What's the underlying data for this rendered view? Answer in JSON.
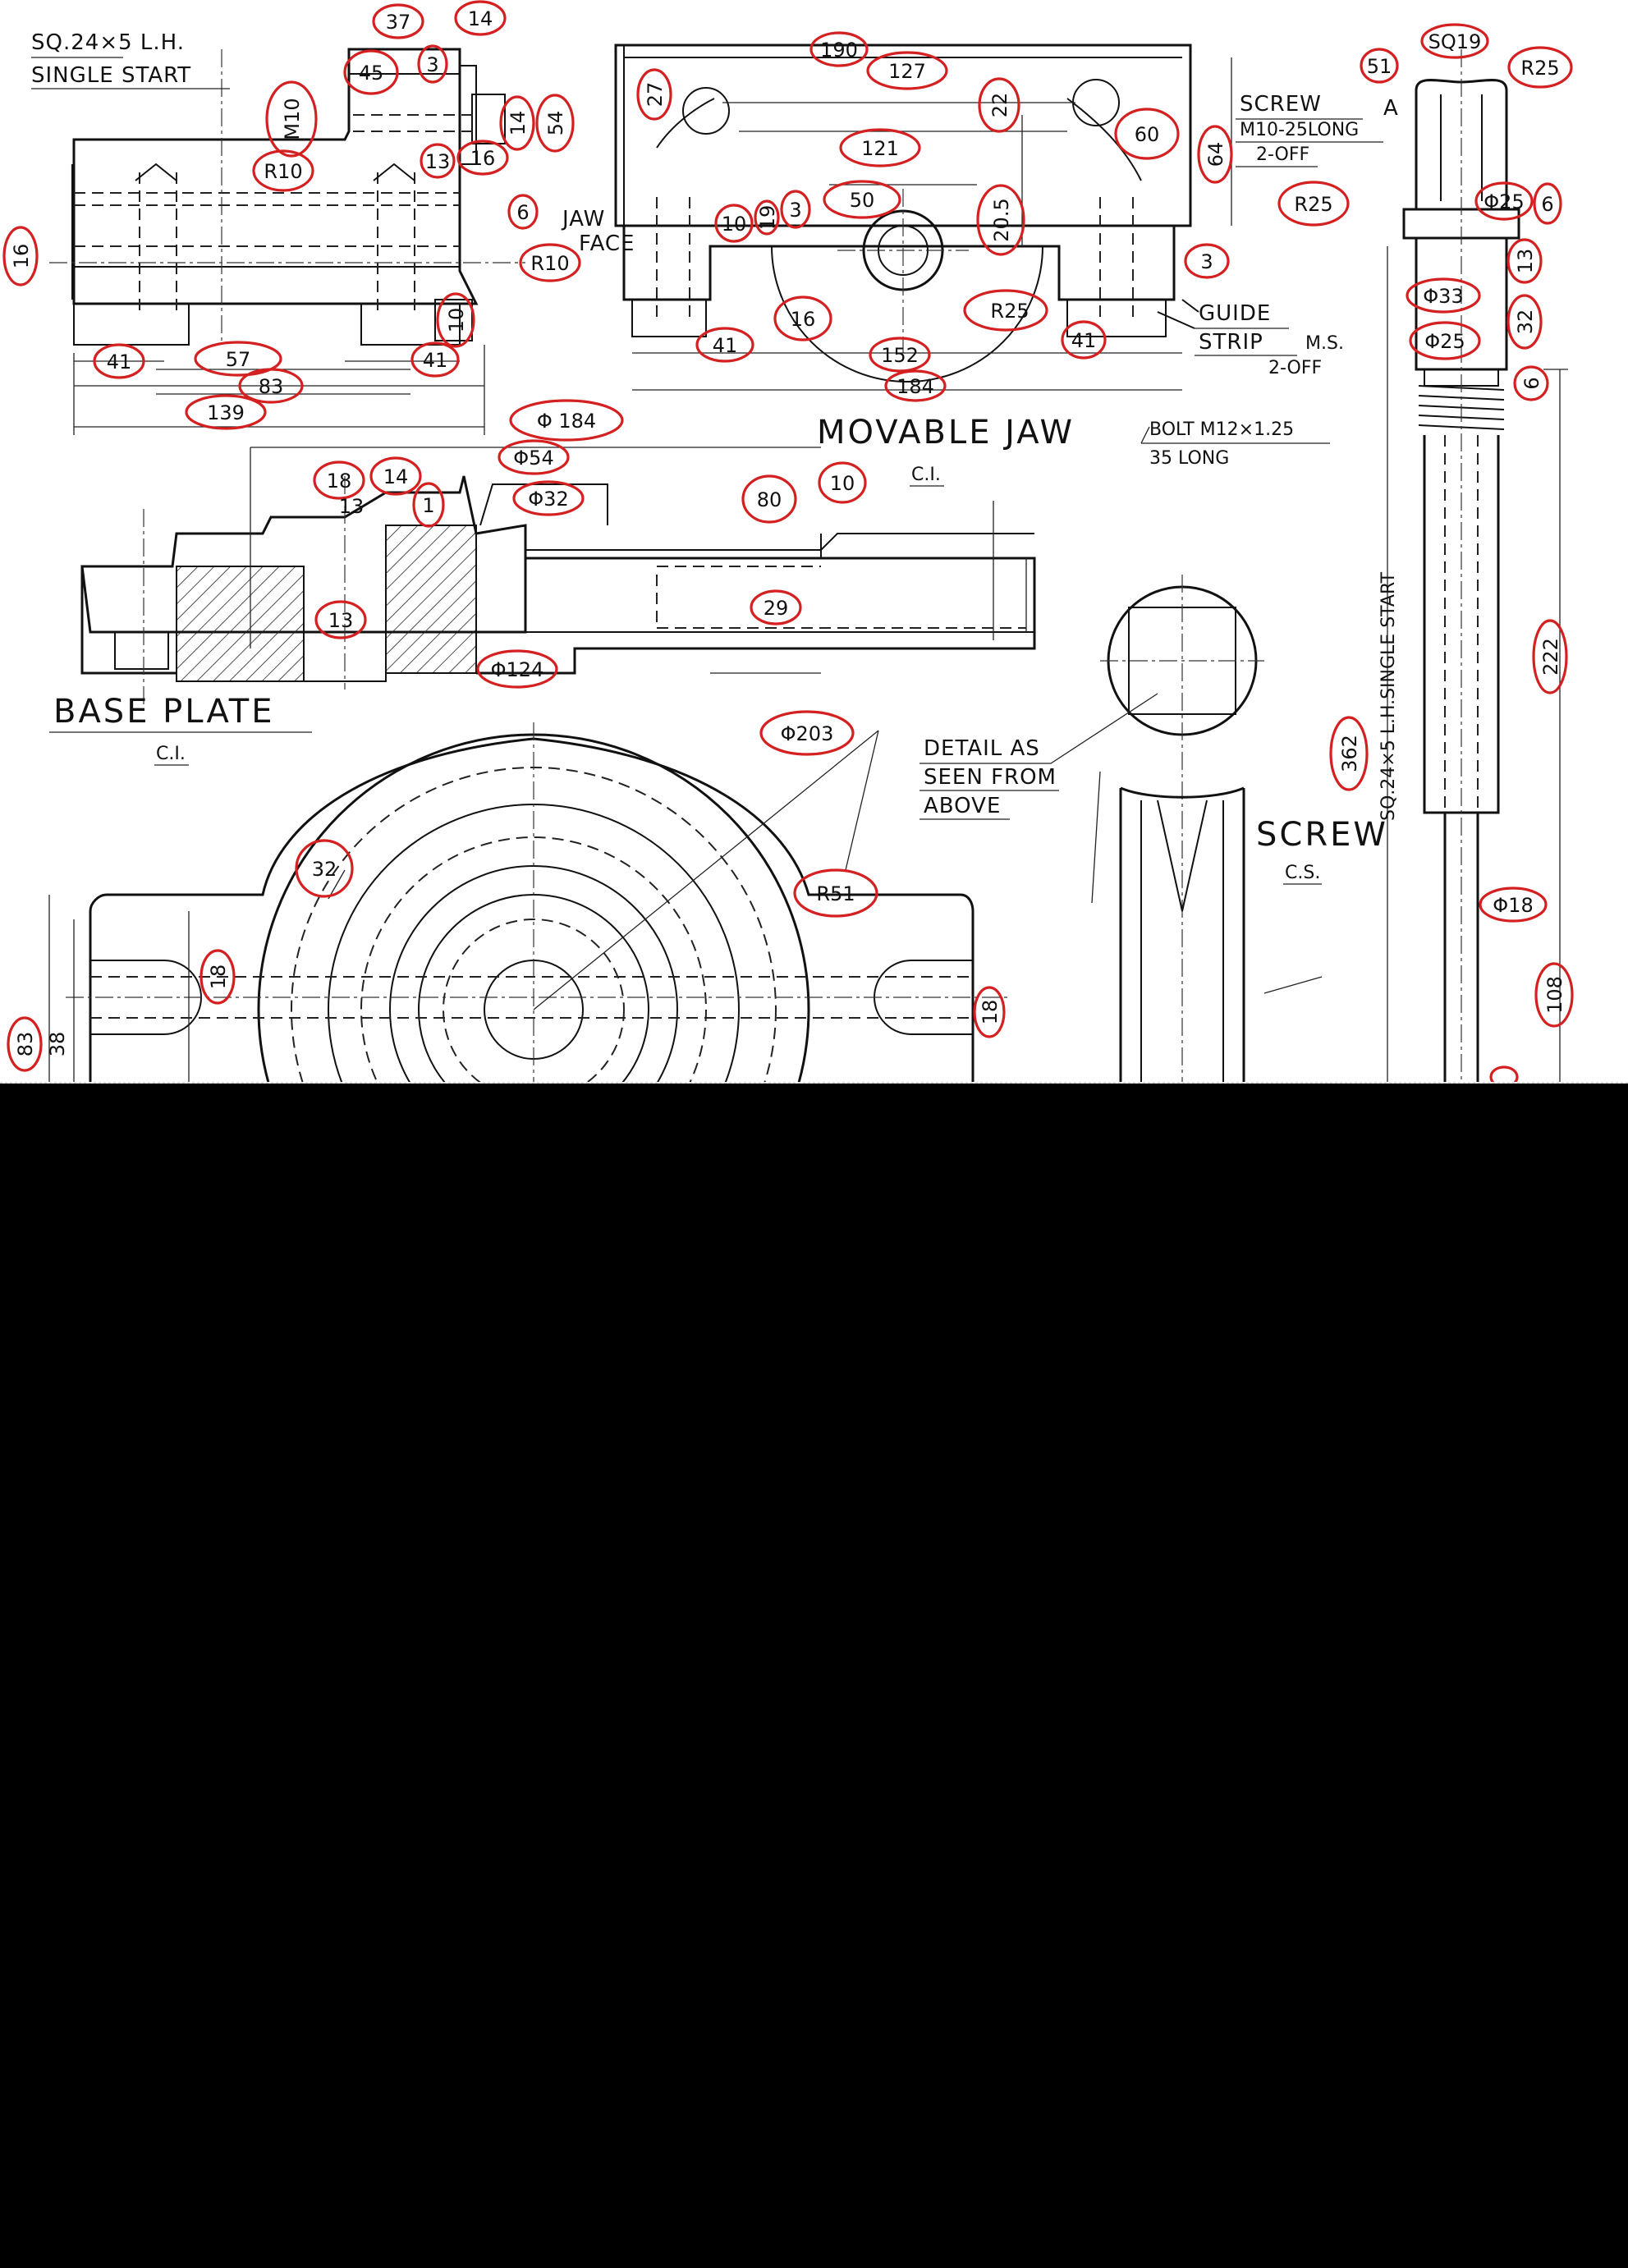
{
  "sheet": {
    "colors": {
      "ink": "#111111",
      "callout": "#d42020",
      "paper": "#ffffff",
      "background": "#000000"
    },
    "titles": {
      "movable_jaw": "MOVABLE JAW",
      "movable_jaw_mat": "C.I.",
      "base_plate": "BASE PLATE",
      "base_plate_mat": "C.I.",
      "screw": "SCREW",
      "screw_mat": "C.S."
    },
    "notes": {
      "thread_top_1": "SQ.24×5  L.H.",
      "thread_top_2": "SINGLE  START",
      "jaw_face_1": "JAW",
      "jaw_face_2": "FACE",
      "screw_a_1": "SCREW",
      "screw_a_mark": "A",
      "screw_a_2": "M10-25LONG",
      "screw_a_3": "2-OFF",
      "guide_1": "GUIDE",
      "guide_2": "STRIP",
      "guide_ms": "M.S.",
      "guide_3": "2-OFF",
      "bolt_1": "BOLT M12×1.25",
      "bolt_2": "35 LONG",
      "detail_1": "DETAIL AS",
      "detail_2": "SEEN FROM",
      "detail_3": "ABOVE",
      "screw_thread": "SQ.24×5 L.H.SINGLE START"
    },
    "dimensions": {
      "d37": "37",
      "d14a": "14",
      "d45": "45",
      "d3a": "3",
      "m10": "M10",
      "d14b": "14",
      "d54": "54",
      "r10a": "R10",
      "d13a": "13",
      "d16a": "16",
      "d6a": "6",
      "r10b": "R10",
      "d16b": "16",
      "d10a": "10",
      "d41a": "41",
      "d57": "57",
      "d41b": "41",
      "d83a": "83",
      "d139": "139",
      "d190": "190",
      "d127": "127",
      "d27": "27",
      "d22": "22",
      "d60": "60",
      "d64": "64",
      "d121": "121",
      "d50": "50",
      "d3b": "3",
      "d19": "19",
      "d10b": "10",
      "d205": "20.5",
      "r25a": "R25",
      "d16c": "16",
      "d41c": "41",
      "d152": "152",
      "d184": "184",
      "d41d": "41",
      "d3c": "3",
      "d51": "51",
      "sq19": "SQ19",
      "r25b": "R25",
      "r25c": "R25",
      "phi25a": "Φ25",
      "d6b": "6",
      "d13b": "13",
      "phi33": "Φ33",
      "d32a": "32",
      "phi25b": "Φ25",
      "d6c": "6",
      "phi184": "Φ 184",
      "phi54": "Φ54",
      "d18a": "18",
      "d14c": "14",
      "d13c": "13",
      "d1": "1",
      "phi32": "Φ32",
      "d80": "80",
      "d10c": "10",
      "d29": "29",
      "d13d": "13",
      "phi124": "Φ124",
      "phi203": "Φ203",
      "r51": "R51",
      "d32b": "32",
      "d18b": "18",
      "d18c": "18",
      "d83b": "83",
      "d38": "38",
      "d362": "362",
      "d222": "222",
      "phi18": "Φ18",
      "d108": "108"
    }
  }
}
